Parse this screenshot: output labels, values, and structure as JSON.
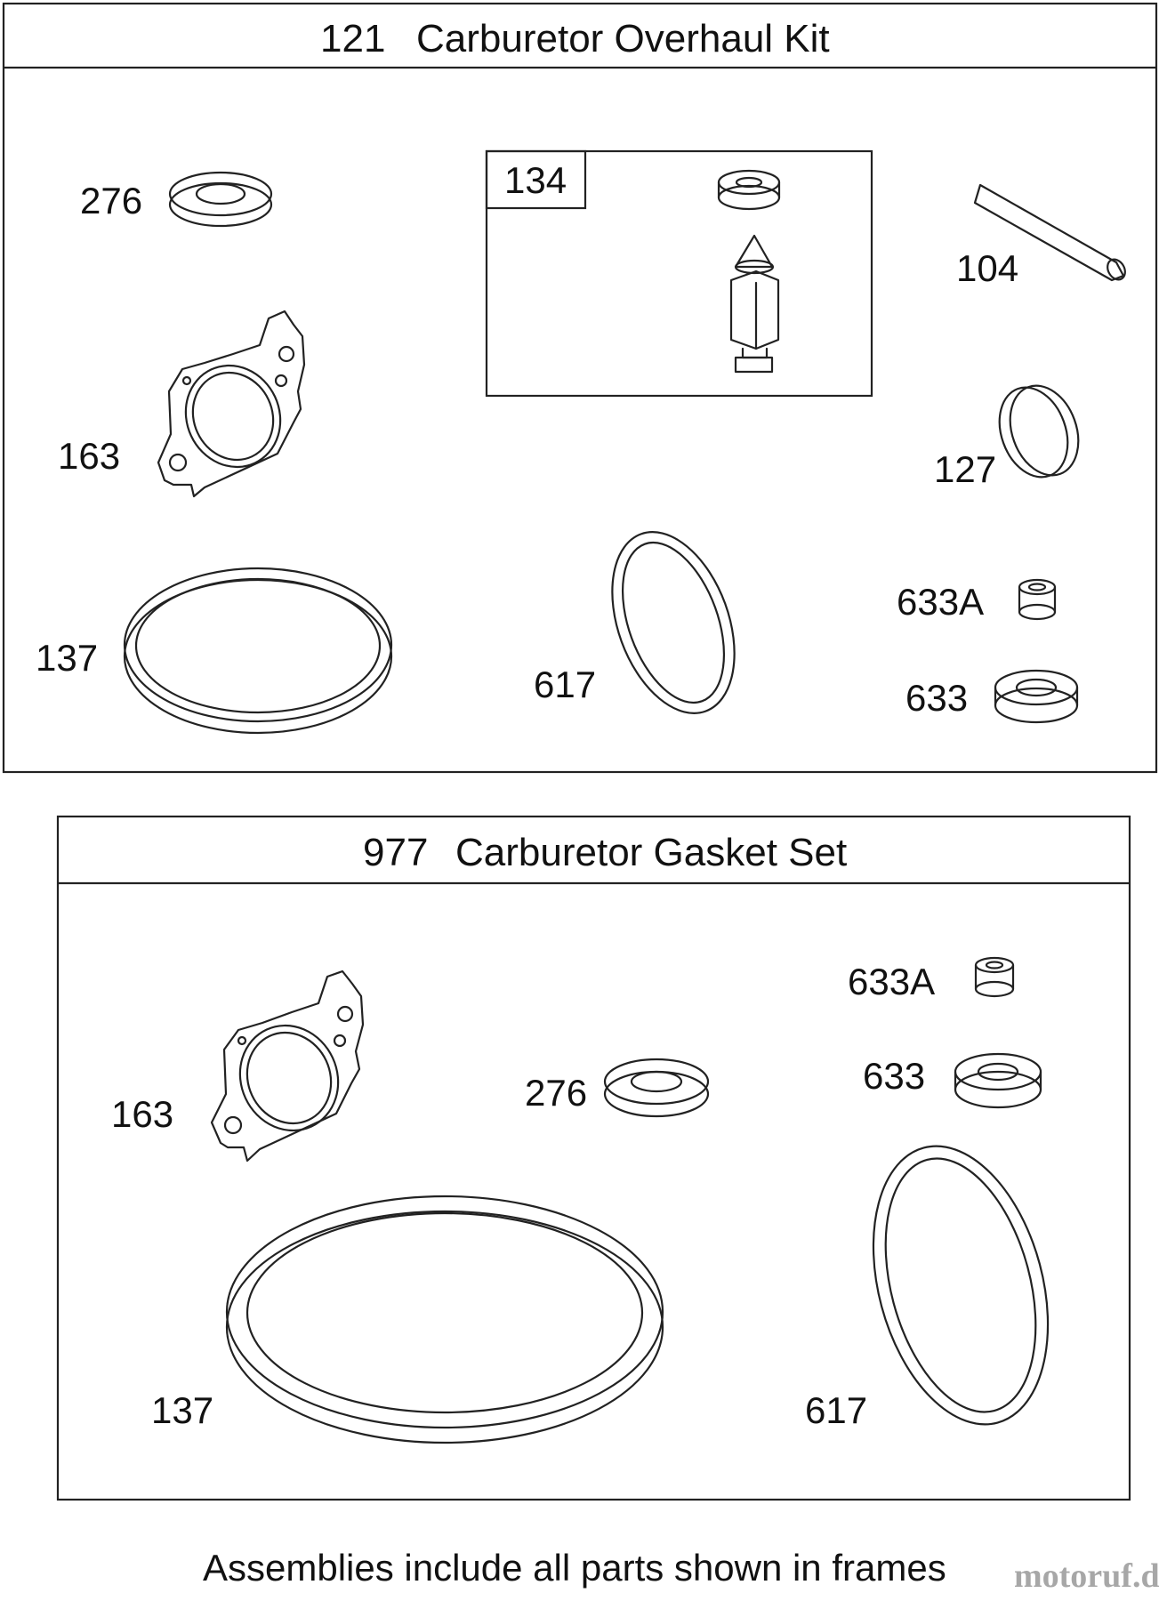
{
  "kit_overhaul": {
    "number": "121",
    "title": "Carburetor Overhaul Kit",
    "sub_assembly": {
      "number": "134"
    },
    "parts": {
      "p276": "276",
      "p163": "163",
      "p104": "104",
      "p127": "127",
      "p137": "137",
      "p617": "617",
      "p633a": "633A",
      "p633": "633"
    }
  },
  "kit_gasket": {
    "number": "977",
    "title": "Carburetor Gasket Set",
    "parts": {
      "p633a": "633A",
      "p633": "633",
      "p163": "163",
      "p276": "276",
      "p137": "137",
      "p617": "617"
    }
  },
  "footer": {
    "note": "Assemblies include all parts shown in frames",
    "watermark": "motoruf.de"
  }
}
